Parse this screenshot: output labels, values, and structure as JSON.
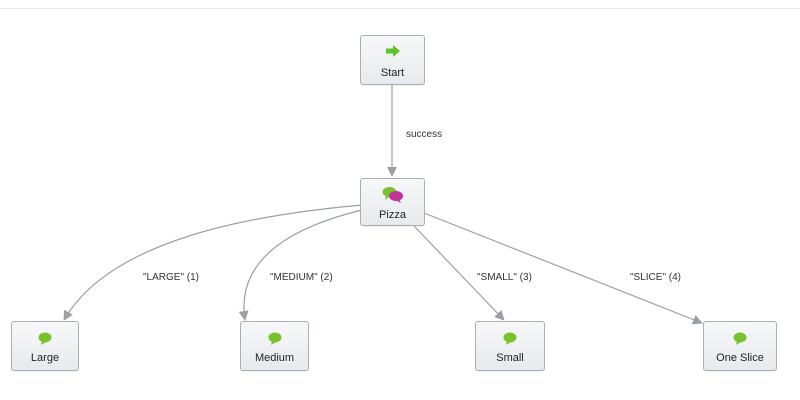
{
  "nodes": {
    "start": {
      "label": "Start",
      "icon": "green-arrow-icon"
    },
    "pizza": {
      "label": "Pizza",
      "icon": "chat-bubbles-icon"
    },
    "large": {
      "label": "Large",
      "icon": "speech-bubble-icon"
    },
    "medium": {
      "label": "Medium",
      "icon": "speech-bubble-icon"
    },
    "small": {
      "label": "Small",
      "icon": "speech-bubble-icon"
    },
    "one_slice": {
      "label": "One Slice",
      "icon": "speech-bubble-icon"
    }
  },
  "edges": {
    "start_pizza": "success",
    "large": "\"LARGE\" (1)",
    "medium": "\"MEDIUM\" (2)",
    "small": "\"SMALL\" (3)",
    "slice": "\"SLICE\" (4)"
  },
  "colors": {
    "connector": "#9aa0a6",
    "start_icon": "#5cc32c",
    "bubble_green": "#78c22a",
    "bubble_magenta": "#c0349a"
  }
}
